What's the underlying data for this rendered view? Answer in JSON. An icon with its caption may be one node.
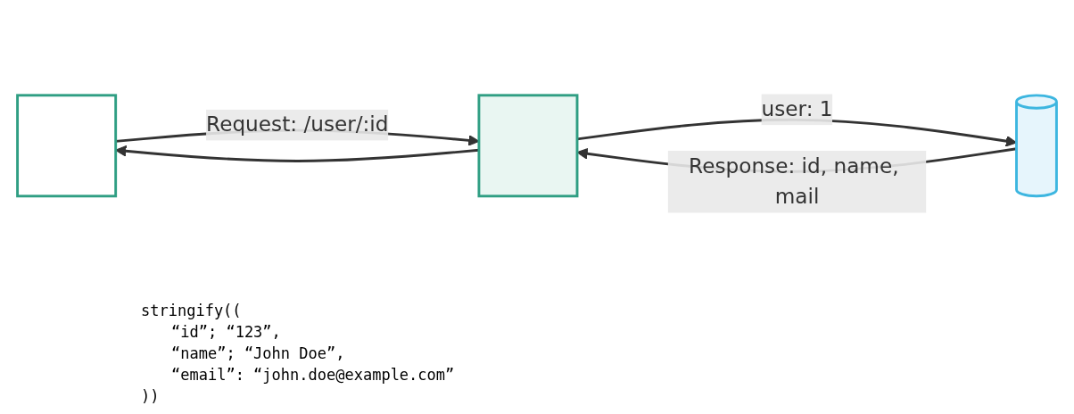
{
  "diagram": {
    "nodes": [
      {
        "text": [],
        "shape": "box"
      },
      {
        "text": [],
        "shape": "box"
      },
      {
        "text": [],
        "shape": "cylinder"
      }
    ],
    "edges": [
      {
        "from": 0,
        "to": 1,
        "arrow": "to",
        "label": "Request: /user/:id"
      },
      {
        "from": 1,
        "to": 2,
        "arrow": "to",
        "label": "user: 1"
      },
      {
        "from": 2,
        "to": 1,
        "arrow": "to",
        "label": "Response: id, name, mail"
      },
      {
        "from": 1,
        "to": 0,
        "arrow": "to"
      }
    ],
    "labels": [
      "stringify((",
      "“id”; “123”,",
      "“name”; “John Doe”,",
      "“email”: “john.doe@example.com”",
      "))"
    ]
  }
}
